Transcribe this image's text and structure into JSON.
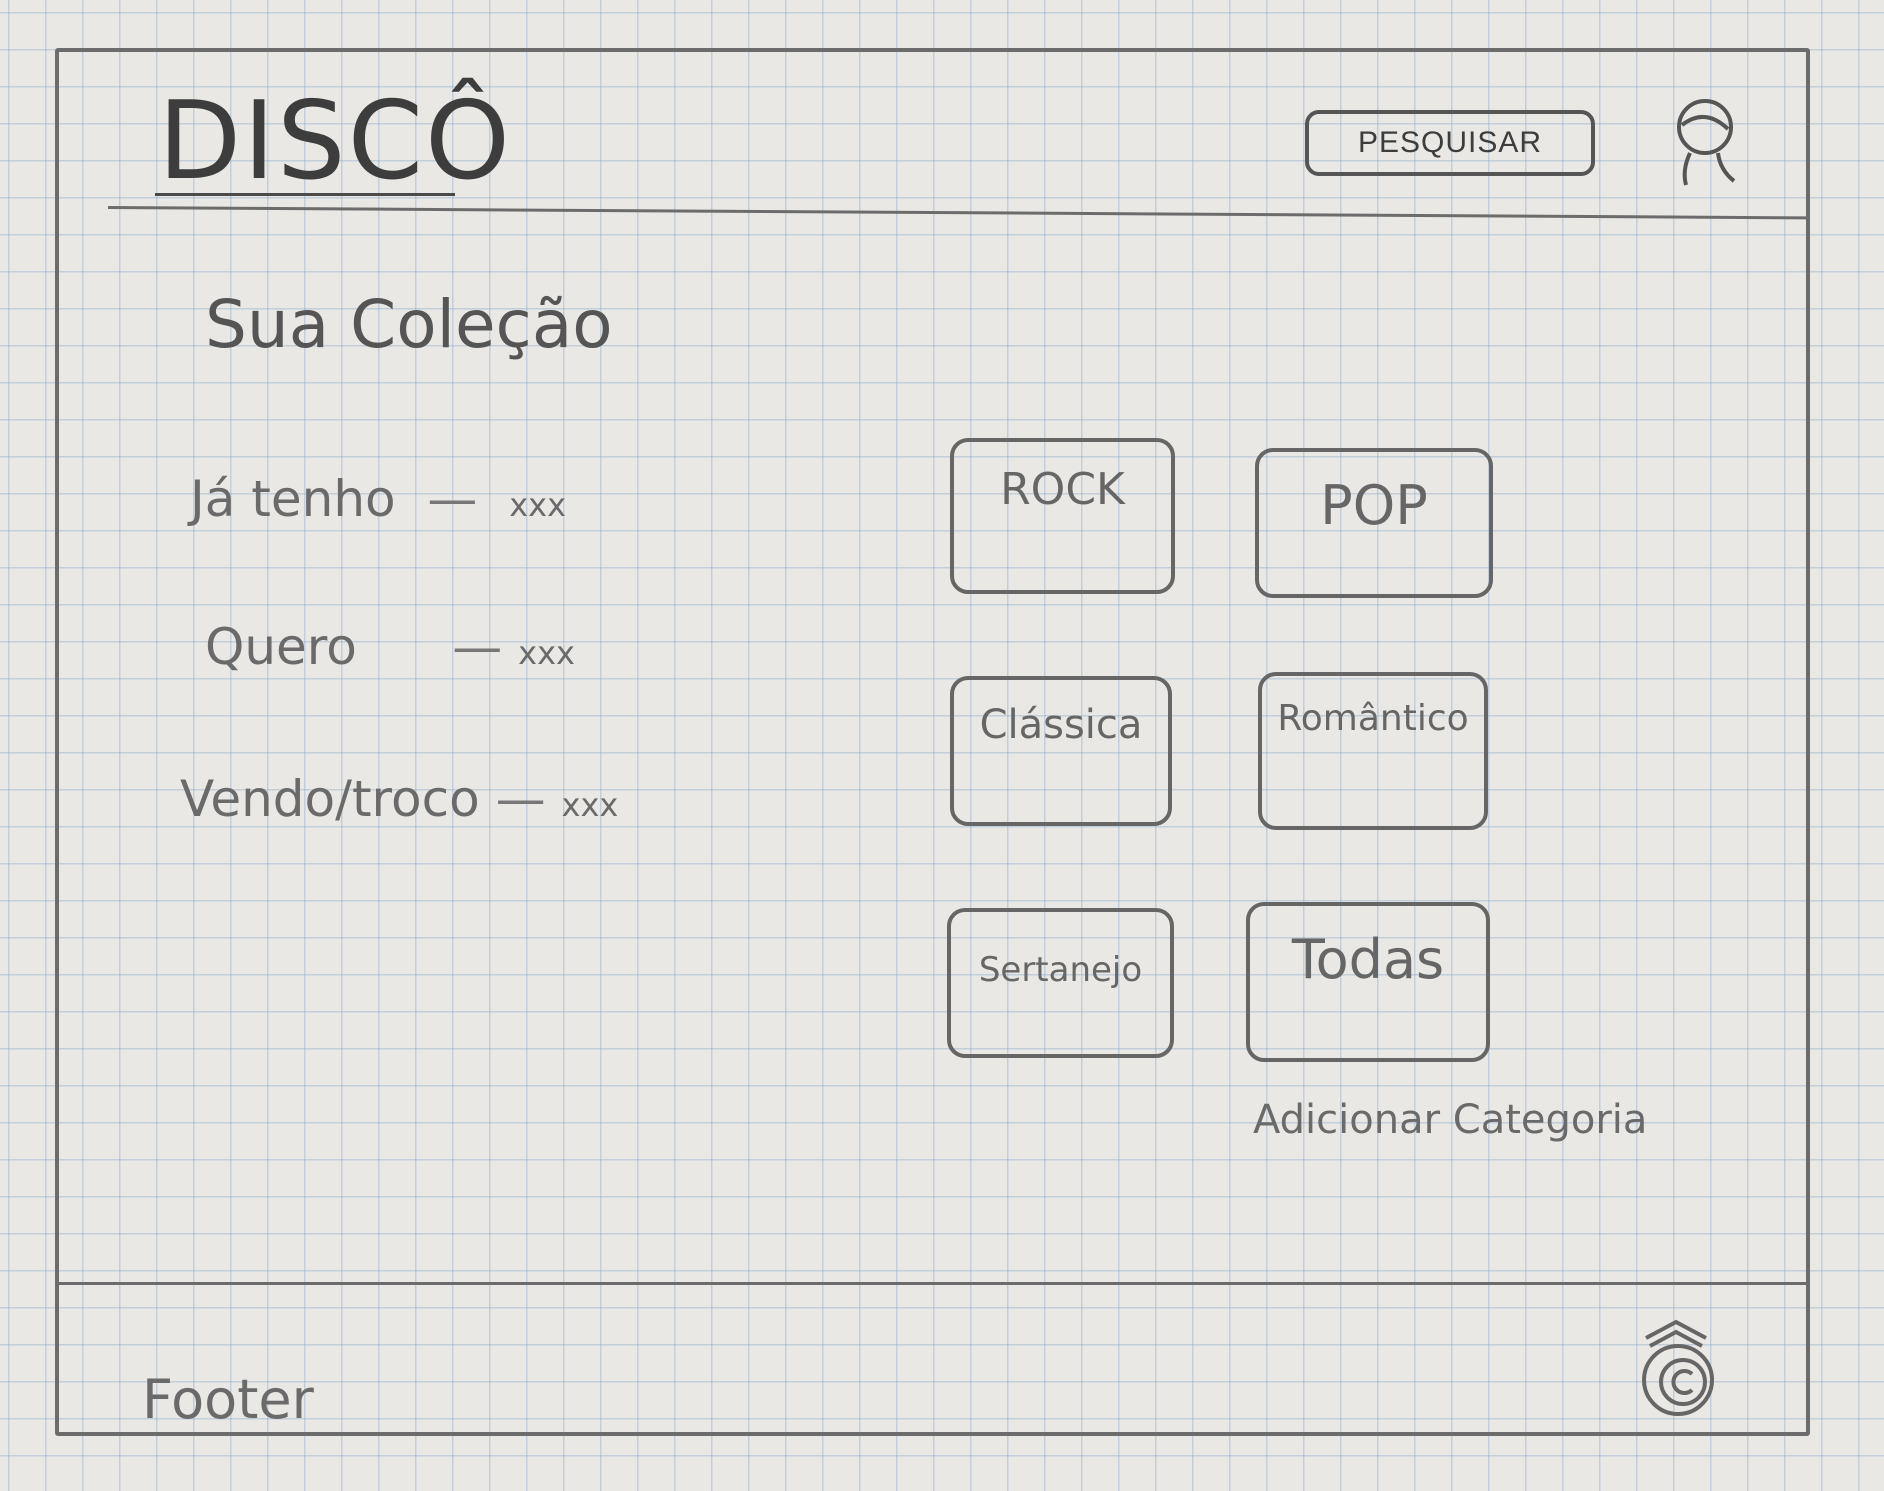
{
  "header": {
    "logo": "DISCÔ",
    "search_label": "PESQUISAR",
    "avatar_icon": "user-avatar-icon"
  },
  "main": {
    "title": "Sua Coleção",
    "stats": [
      {
        "label": "Já tenho",
        "dash": "—",
        "value": "xxx"
      },
      {
        "label": "Quero",
        "dash": "—",
        "value": "xxx"
      },
      {
        "label": "Vendo/troco",
        "dash": "—",
        "value": "xxx"
      }
    ],
    "categories": [
      "ROCK",
      "POP",
      "Clássica",
      "Romântico",
      "Sertanejo",
      "Todas"
    ],
    "add_category_label": "Adicionar Categoria"
  },
  "footer": {
    "label": "Footer",
    "icon": "copyright-icon"
  }
}
